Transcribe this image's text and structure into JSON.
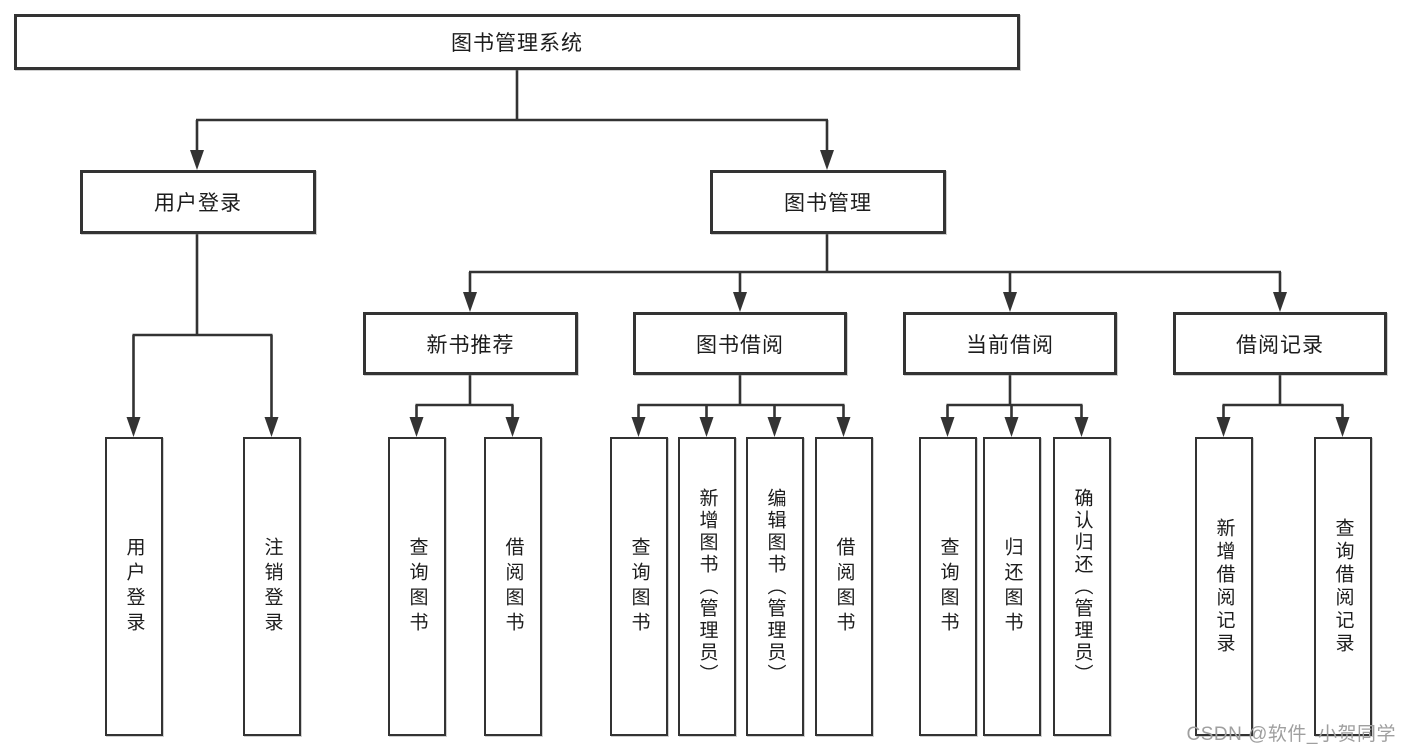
{
  "diagram": {
    "root": "图书管理系统",
    "user_login": {
      "label": "用户登录",
      "children": [
        "用户登录",
        "注销登录"
      ]
    },
    "book_mgmt": {
      "label": "图书管理",
      "modules": [
        {
          "label": "新书推荐",
          "children": [
            "查询图书",
            "借阅图书"
          ]
        },
        {
          "label": "图书借阅",
          "children": [
            "查询图书",
            "新增图书（管理员）",
            "编辑图书（管理员）",
            "借阅图书"
          ]
        },
        {
          "label": "当前借阅",
          "children": [
            "查询图书",
            "归还图书",
            "确认归还（管理员）"
          ]
        },
        {
          "label": "借阅记录",
          "children": [
            "新增借阅记录",
            "查询借阅记录"
          ]
        }
      ]
    }
  },
  "watermark": "CSDN @软件_小贺同学",
  "colors": {
    "line": "#333333",
    "text": "#1c1c1c",
    "watermark": "#9f9f9f",
    "background": "#ffffff"
  }
}
